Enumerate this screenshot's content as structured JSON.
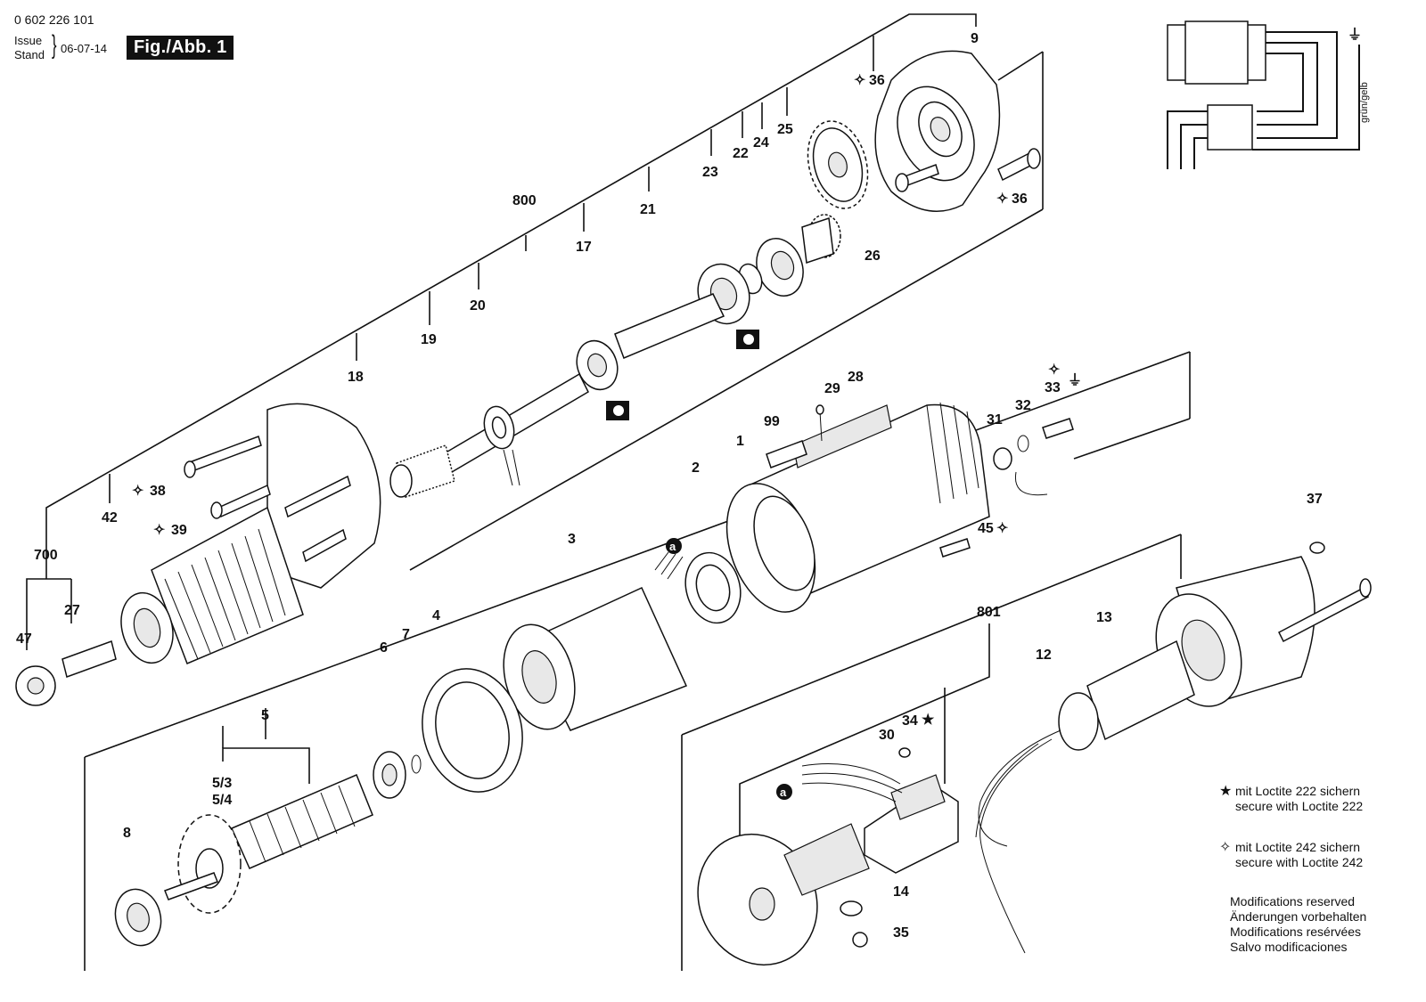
{
  "header": {
    "part_number": "0 602 226 101",
    "issue_label": "Issue",
    "stand_label": "Stand",
    "issue_date": "06-07-14",
    "figure_label": "Fig./Abb. 1"
  },
  "callouts": {
    "c9": "9",
    "c36a": "36",
    "c36b": "36",
    "c800": "800",
    "c21": "21",
    "c23": "23",
    "c22": "22",
    "c24": "24",
    "c25": "25",
    "c26": "26",
    "c17": "17",
    "c20": "20",
    "c19": "19",
    "c18": "18",
    "c38": "38",
    "c39": "39",
    "c42": "42",
    "c700": "700",
    "c27": "27",
    "c47": "47",
    "c28": "28",
    "c29": "29",
    "c99": "99",
    "c1": "1",
    "c2": "2",
    "c3": "3",
    "c31": "31",
    "c32": "32",
    "c33": "33",
    "c45": "45",
    "c37": "37",
    "c801": "801",
    "c13": "13",
    "c12": "12",
    "c4": "4",
    "c5": "5",
    "c53": "5/3",
    "c54": "5/4",
    "c6": "6",
    "c7": "7",
    "c8": "8",
    "c30": "30",
    "c34": "34",
    "c14": "14",
    "c35": "35",
    "ca1": "a",
    "ca2": "a"
  },
  "wiring": {
    "wire_color_label": "grün/gelb"
  },
  "legend": {
    "loctite222_de": "mit Loctite 222 sichern",
    "loctite222_en": "secure with Loctite 222",
    "loctite242_de": "mit Loctite 242 sichern",
    "loctite242_en": "secure with Loctite 242",
    "mod_en": "Modifications reserved",
    "mod_de": "Änderungen vorbehalten",
    "mod_fr": "Modifications resérvées",
    "mod_es": "Salvo modificaciones"
  },
  "symbols": {
    "star": "★",
    "sparkle": "✧",
    "ground": "⏚"
  },
  "colors": {
    "ink": "#111111",
    "paper": "#ffffff"
  }
}
